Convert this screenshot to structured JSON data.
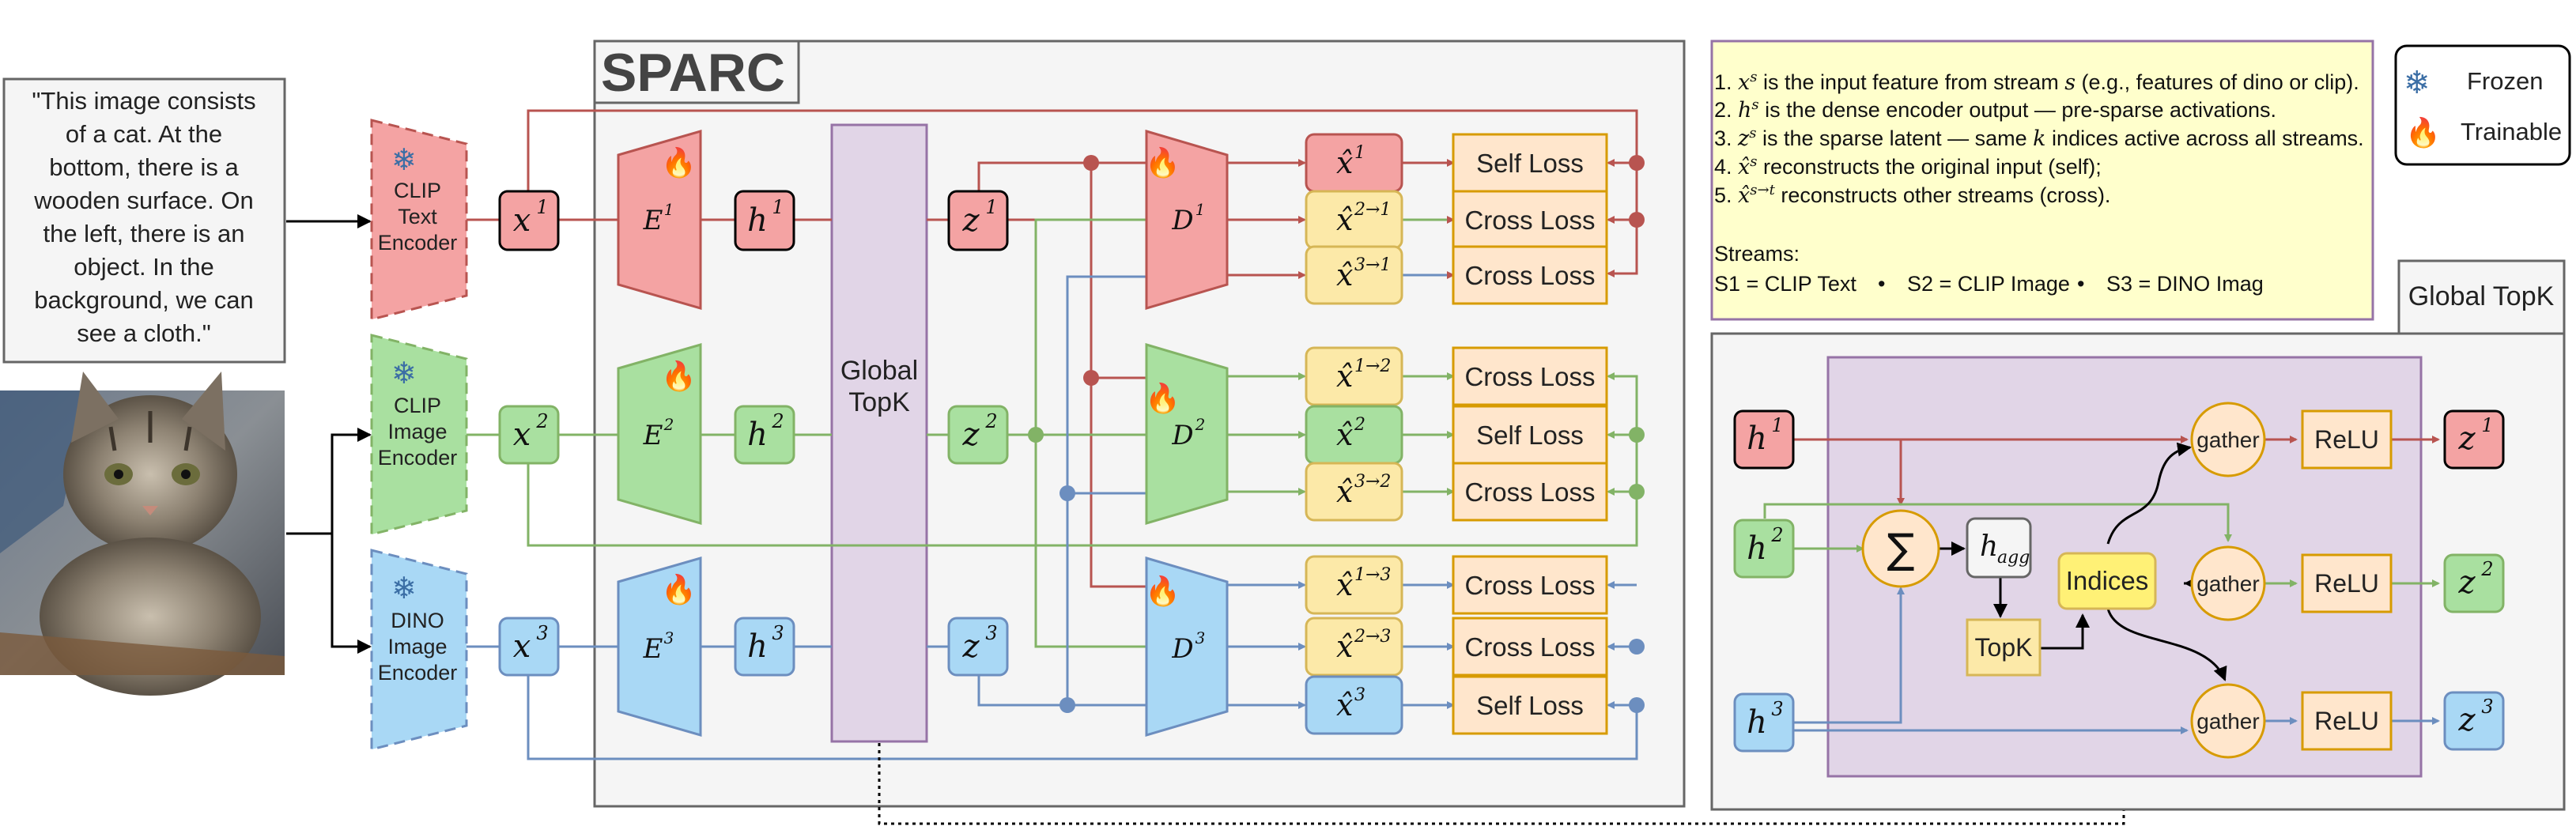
{
  "caption": {
    "lines": [
      "\"This image consists",
      "of a cat. At the",
      "bottom, there is a",
      "wooden surface. On",
      "the left, there is an",
      "object. In the",
      "background, we can",
      "see a cloth.\""
    ]
  },
  "encoders": {
    "clip_text": [
      "CLIP",
      "Text",
      "Encoder"
    ],
    "clip_image": [
      "CLIP",
      "Image",
      "Encoder"
    ],
    "dino_image": [
      "DINO",
      "Image",
      "Encoder"
    ]
  },
  "sparc_title": "SPARC",
  "global_topk": [
    "Global",
    "TopK"
  ],
  "nodes": {
    "x1": "x",
    "x1_sup": "1",
    "x2": "x",
    "x2_sup": "2",
    "x3": "x",
    "x3_sup": "3",
    "E1": "E",
    "E1_sup": "1",
    "E2": "E",
    "E2_sup": "2",
    "E3": "E",
    "E3_sup": "3",
    "h1": "h",
    "h1_sup": "1",
    "h2": "h",
    "h2_sup": "2",
    "h3": "h",
    "h3_sup": "3",
    "z1": "z",
    "z1_sup": "1",
    "z2": "z",
    "z2_sup": "2",
    "z3": "z",
    "z3_sup": "3",
    "D1": "D",
    "D1_sup": "1",
    "D2": "D",
    "D2_sup": "2",
    "D3": "D",
    "D3_sup": "3"
  },
  "recon": [
    {
      "sup": "1",
      "loss": "Self Loss"
    },
    {
      "sup": "2→1",
      "loss": "Cross Loss"
    },
    {
      "sup": "3→1",
      "loss": "Cross Loss"
    },
    {
      "sup": "1→2",
      "loss": "Cross Loss"
    },
    {
      "sup": "2",
      "loss": "Self Loss"
    },
    {
      "sup": "3→2",
      "loss": "Cross Loss"
    },
    {
      "sup": "1→3",
      "loss": "Cross Loss"
    },
    {
      "sup": "2→3",
      "loss": "Cross Loss"
    },
    {
      "sup": "3",
      "loss": "Self Loss"
    }
  ],
  "notes": {
    "n1_pre": "1. ",
    "n1_var": "x",
    "n1_sup": "s",
    "n1_mid": " is the input feature from stream ",
    "n1_s": "s",
    "n1_post": " (e.g., features of dino or clip).",
    "n2_pre": "2. ",
    "n2_var": "h",
    "n2_sup": "s",
    "n2_post": " is the dense encoder output — pre-sparse activations.",
    "n3_pre": "3. ",
    "n3_var": "z",
    "n3_sup": "s",
    "n3_mid": " is the sparse latent — same ",
    "n3_k": "k",
    "n3_post": " indices active across all streams.",
    "n4_pre": "4. ",
    "n4_var": "x̂",
    "n4_sup": "s",
    "n4_post": " reconstructs the original input (self);",
    "n5_pre": "5. ",
    "n5_var": "x̂",
    "n5_sup": "s→t",
    "n5_post": " reconstructs other streams (cross).",
    "streams_title": "Streams:",
    "streams": [
      "S1 = CLIP Text",
      "•",
      "S2 = CLIP Image",
      "•",
      "S3 = DINO Imag"
    ]
  },
  "legend": {
    "frozen": "Frozen",
    "trainable": "Trainable"
  },
  "detail": {
    "title": "Global TopK",
    "sum": "∑",
    "hagg": "h",
    "hagg_sub": "agg",
    "topk": "TopK",
    "indices": "Indices",
    "gather": "gather",
    "relu": "ReLU"
  },
  "colors": {
    "red_fill": "#f4a3a3",
    "red_stroke": "#b85450",
    "green_fill": "#a9e0a0",
    "green_stroke": "#82b366",
    "blue_fill": "#a9d8f5",
    "blue_stroke": "#6c8ebf",
    "yellow_fill": "#fce9a8",
    "yellow_stroke": "#d6b656",
    "loss_fill": "#ffe6cc",
    "loss_stroke": "#d79b00",
    "purple_fill": "#e1d5e7",
    "purple_stroke": "#9673a6",
    "note_fill": "#ffffcc",
    "panel_fill": "#f5f5f5"
  }
}
